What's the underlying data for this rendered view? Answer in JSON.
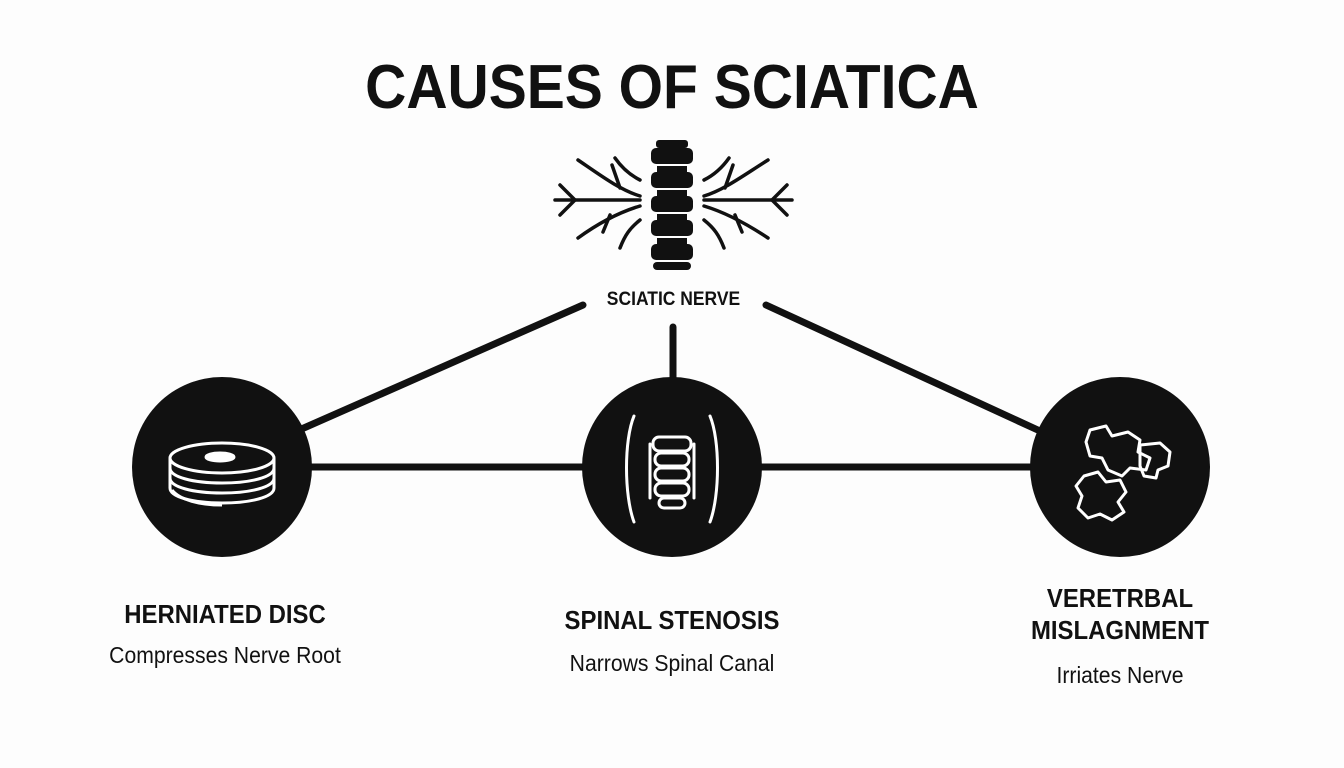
{
  "title": "CAUSES OF SCIATICA",
  "center": {
    "label": "SCIATIC NERVE",
    "icon": "spine-with-nerves-icon"
  },
  "causes": [
    {
      "title": "HERNIATED DISC",
      "description": "Compresses Nerve Root",
      "icon": "stacked-discs-icon"
    },
    {
      "title": "SPINAL STENOSIS",
      "description": "Narrows Spinal Canal",
      "icon": "narrowed-canal-icon"
    },
    {
      "title_line1": "VERETRBAL",
      "title_line2": "MISLAGNMENT",
      "description": "Irriates Nerve",
      "icon": "misaligned-vertebrae-icon"
    }
  ],
  "colors": {
    "ink": "#111111",
    "background": "#fdfdfd",
    "icon_fill": "#ffffff"
  }
}
